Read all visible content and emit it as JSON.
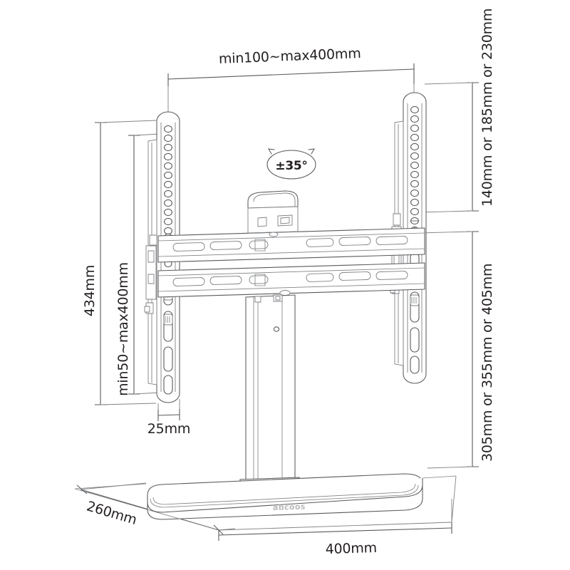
{
  "drawing": {
    "title": "TV table-top stand — dimensioned technical line drawing",
    "product": "Universal tabletop TV mount / swivel stand",
    "brand_emboss": "abcoos",
    "line_color": "#58595b",
    "background_color": "#ffffff",
    "text_color": "#231f20"
  },
  "dimensions": {
    "top_width": "min100~max400mm",
    "right_upper": "140mm or 185mm or 230mm",
    "right_lower": "305mm or 355mm or 405mm",
    "left_outer_height": "434mm",
    "left_inner_height": "min50~max400mm",
    "bracket_depth": "25mm",
    "base_depth": "260mm",
    "base_width": "400mm"
  },
  "annotations": {
    "swivel": "±35°"
  },
  "callouts": [
    {
      "name": "top-width",
      "label": "min100~max400mm",
      "orientation": "horizontal"
    },
    {
      "name": "right-upper-height",
      "label": "140mm or 185mm or 230mm",
      "orientation": "vertical"
    },
    {
      "name": "right-lower-height",
      "label": "305mm or 355mm or 405mm",
      "orientation": "vertical"
    },
    {
      "name": "left-outer-height",
      "label": "434mm",
      "orientation": "vertical"
    },
    {
      "name": "left-inner-height",
      "label": "min50~max400mm",
      "orientation": "vertical"
    },
    {
      "name": "bracket-depth",
      "label": "25mm",
      "orientation": "horizontal"
    },
    {
      "name": "base-depth",
      "label": "260mm",
      "orientation": "diagonal"
    },
    {
      "name": "base-width",
      "label": "400mm",
      "orientation": "horizontal"
    },
    {
      "name": "swivel-angle",
      "label": "±35°",
      "orientation": "badge"
    }
  ]
}
